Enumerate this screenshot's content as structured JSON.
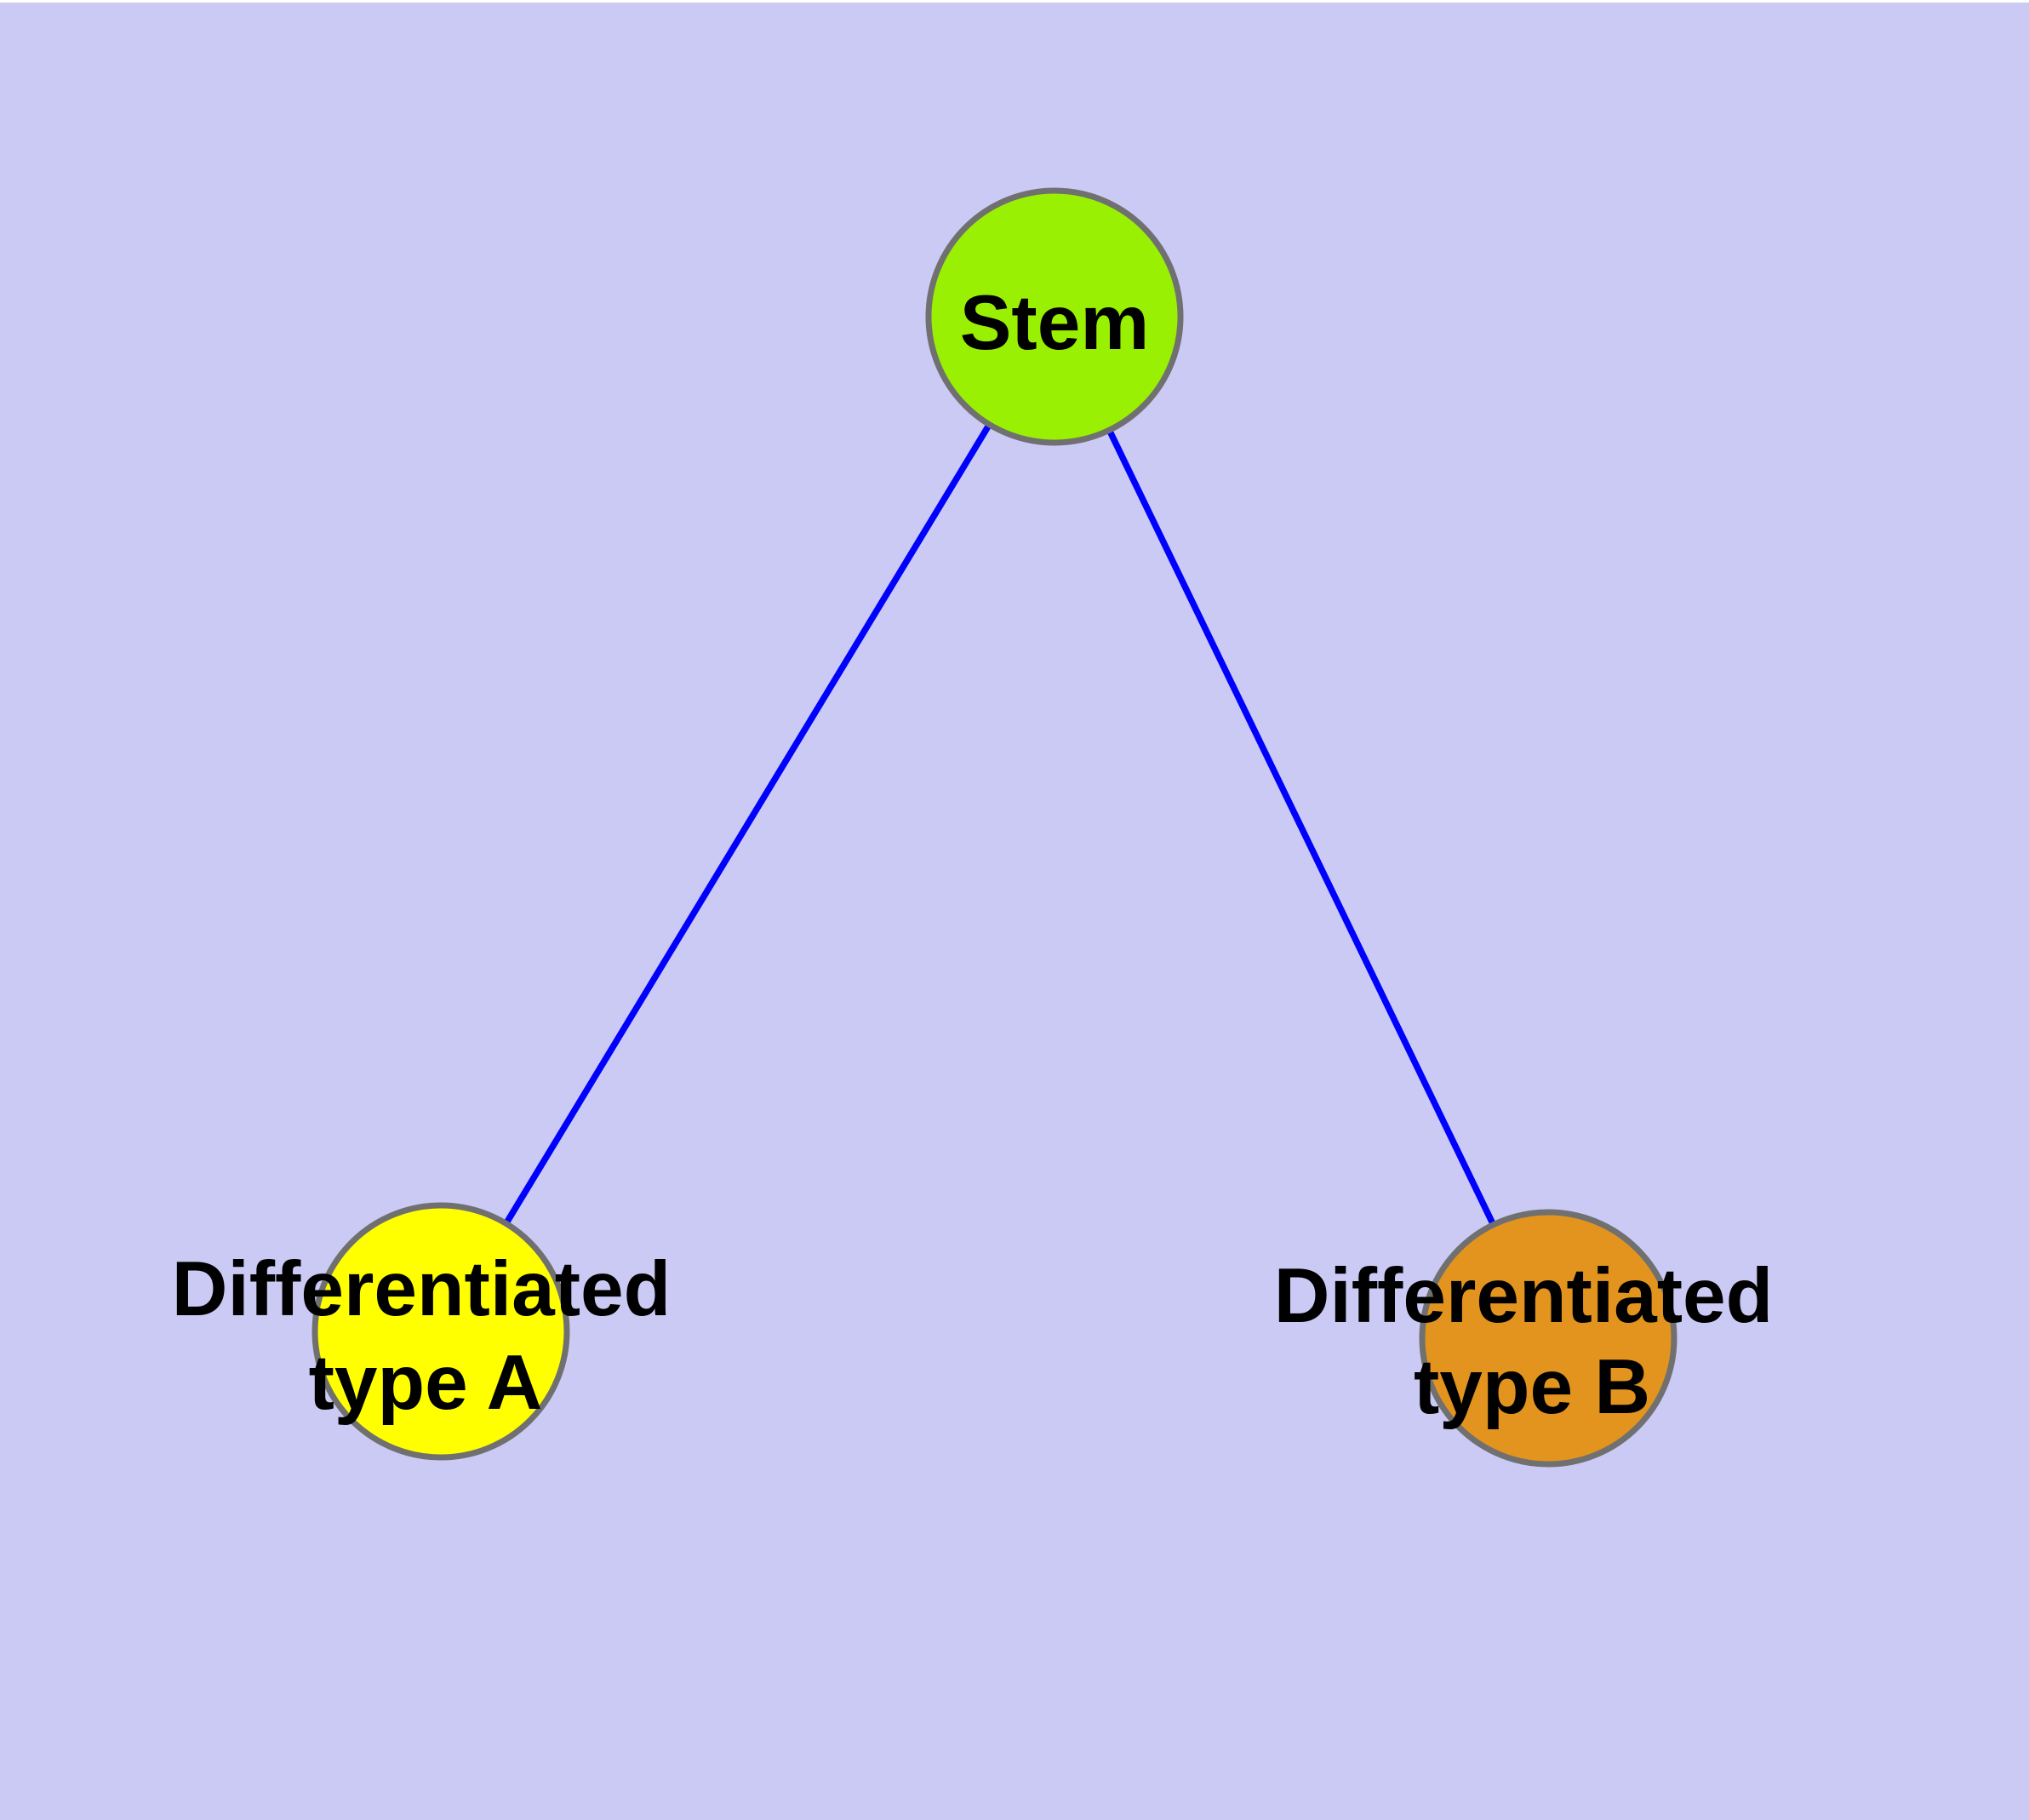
{
  "diagram": {
    "title": "",
    "background_color": "#CACAF5",
    "top_strip_color": "#FFFFFF",
    "edge_color": "#0000FF",
    "node_border_color": "#707070",
    "label_color": "#000000",
    "nodes": [
      {
        "id": "stem",
        "label": "Stem",
        "fill": "#9AF002"
      },
      {
        "id": "differentiated-type-a",
        "label": "Differentiated type A",
        "label_line1": "Differentiated",
        "label_line2": "type A",
        "fill": "#FFFF00"
      },
      {
        "id": "differentiated-type-b",
        "label": "Differentiated type B",
        "label_line1": "Differentiated",
        "label_line2": "type B",
        "fill": "#E2941E"
      }
    ],
    "edges": [
      {
        "source": "Stem",
        "target": "Differentiated type A"
      },
      {
        "source": "Stem",
        "target": "Differentiated type B"
      }
    ]
  }
}
